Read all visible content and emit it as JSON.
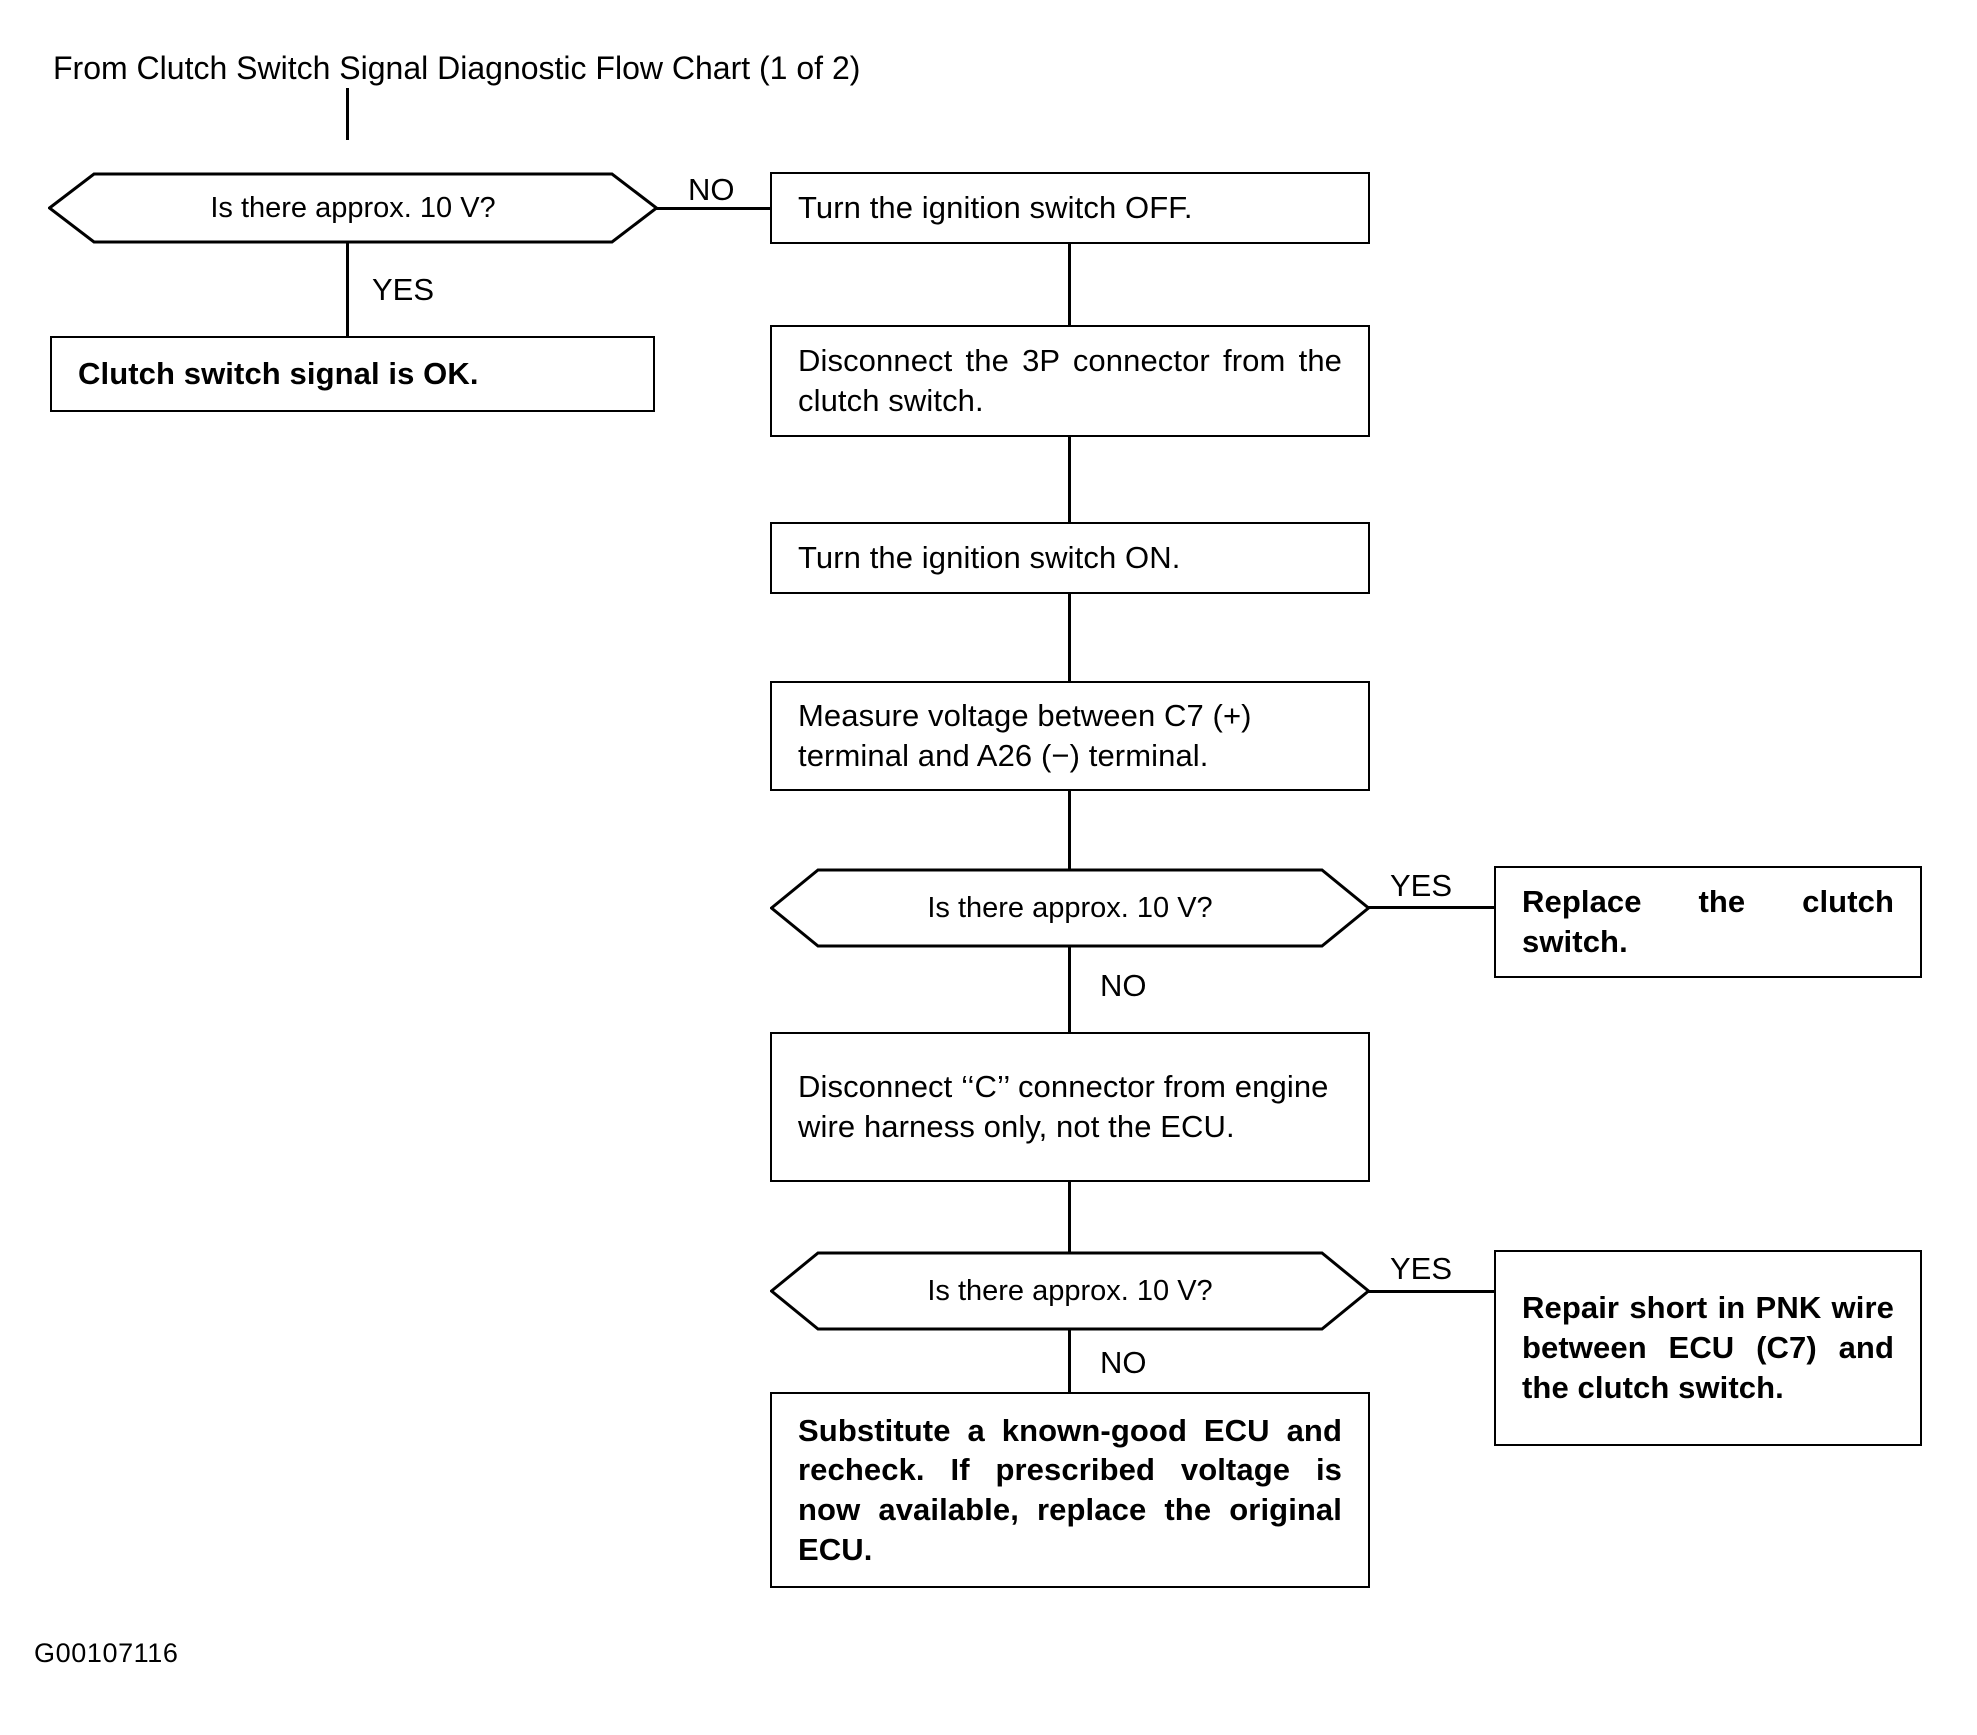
{
  "document": {
    "header_note": "From Clutch Switch Signal Diagnostic Flow Chart (1 of 2)",
    "figure_code": "G00107116"
  },
  "flowchart": {
    "decisions": [
      {
        "id": "d1",
        "text": "Is there approx. 10 V?",
        "yes_label": "YES",
        "no_label": "NO"
      },
      {
        "id": "d2",
        "text": "Is there approx. 10 V?",
        "yes_label": "YES",
        "no_label": "NO"
      },
      {
        "id": "d3",
        "text": "Is there approx. 10 V?",
        "yes_label": "YES",
        "no_label": "NO"
      }
    ],
    "nodes": [
      {
        "id": "n_ok",
        "text": "Clutch switch signal is OK."
      },
      {
        "id": "n_ign_off",
        "text": "Turn the ignition switch OFF."
      },
      {
        "id": "n_disc_3p",
        "text": "Disconnect the 3P connector from the clutch switch."
      },
      {
        "id": "n_ign_on",
        "text": "Turn the ignition switch ON."
      },
      {
        "id": "n_measure",
        "text": "Measure voltage between C7 (+) terminal and A26 (−) terminal."
      },
      {
        "id": "n_replace",
        "text": "Replace the clutch switch."
      },
      {
        "id": "n_disc_c",
        "text": "Disconnect ‘‘C’’ connector from engine wire harness only, not the ECU."
      },
      {
        "id": "n_repair",
        "text": "Repair short in PNK wire between ECU (C7) and the clutch switch."
      },
      {
        "id": "n_substitute",
        "text": "Substitute a known-good ECU and recheck. If prescribed voltage is now available, replace the original ECU."
      }
    ],
    "edge_labels": {
      "d1_no": "NO",
      "d1_yes": "YES",
      "d2_yes": "YES",
      "d2_no": "NO",
      "d3_yes": "YES",
      "d3_no": "NO"
    },
    "colors": {
      "stroke": "#000000",
      "background": "#ffffff"
    }
  }
}
